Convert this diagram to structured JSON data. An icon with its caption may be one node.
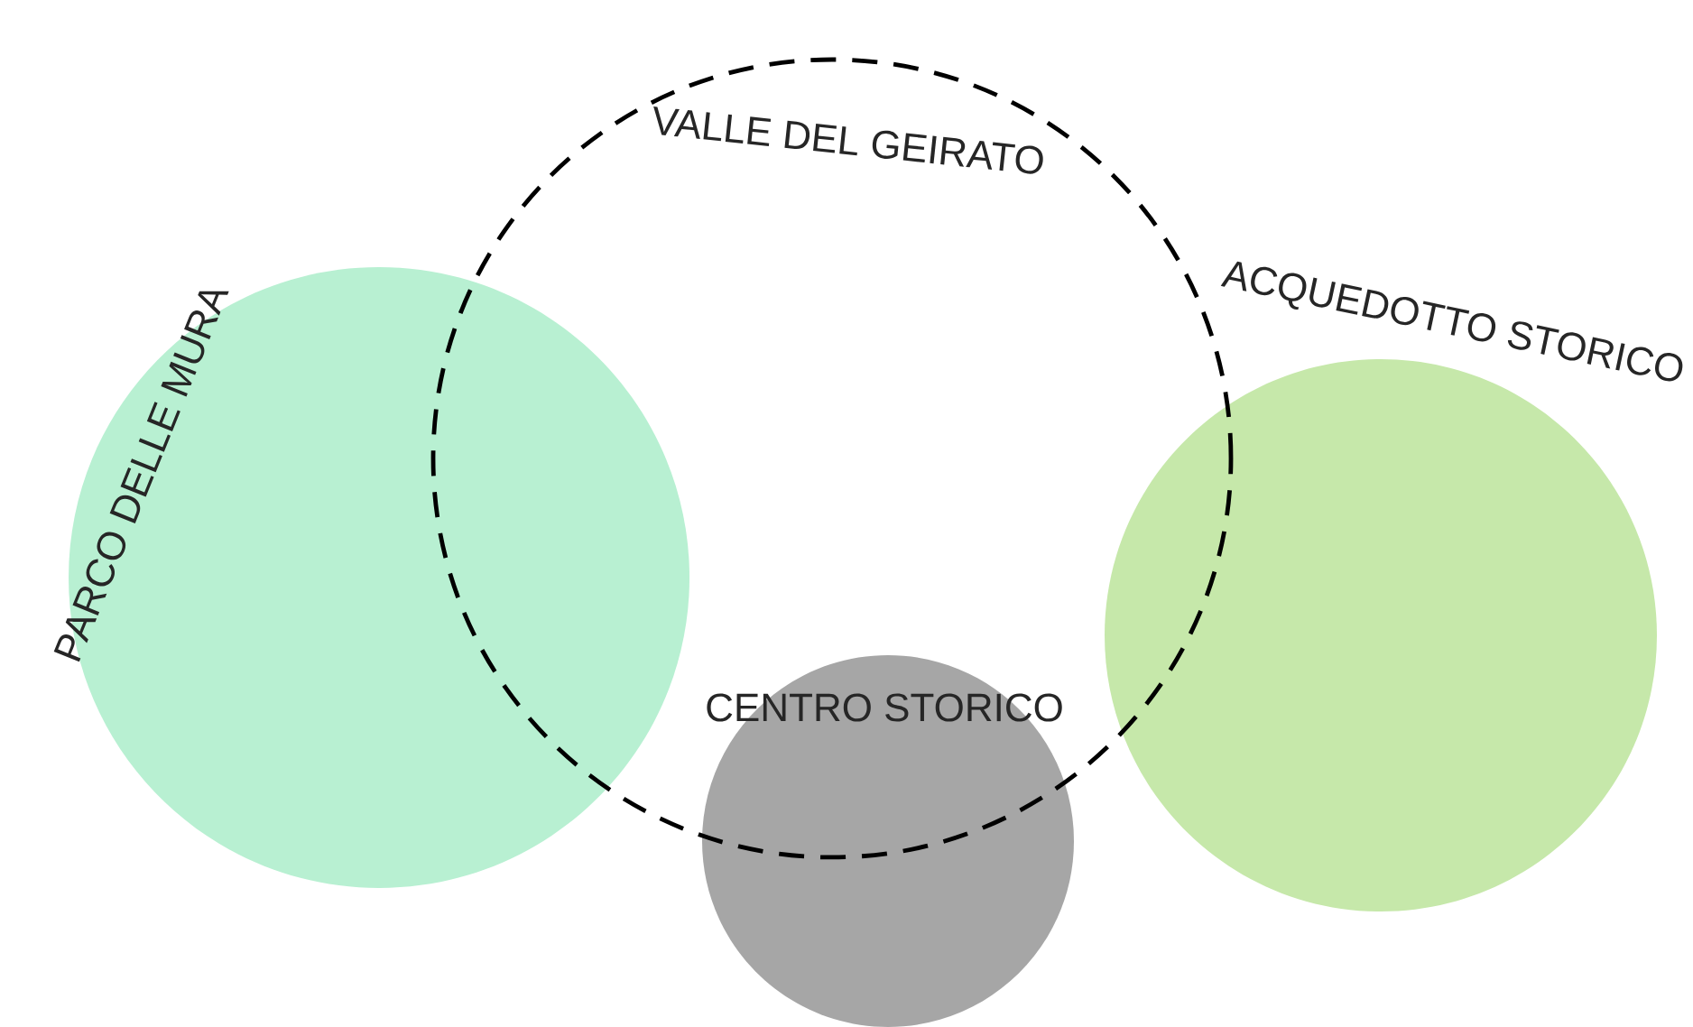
{
  "diagram": {
    "nodes": [
      {
        "text": [
          "PARCO DELLE MURA"
        ]
      },
      {
        "text": [
          "VALLE DEL GEIRATO"
        ]
      },
      {
        "text": [
          "CENTRO STORICO"
        ]
      },
      {
        "text": [
          "ACQUEDOTTO STORICO"
        ]
      }
    ]
  }
}
